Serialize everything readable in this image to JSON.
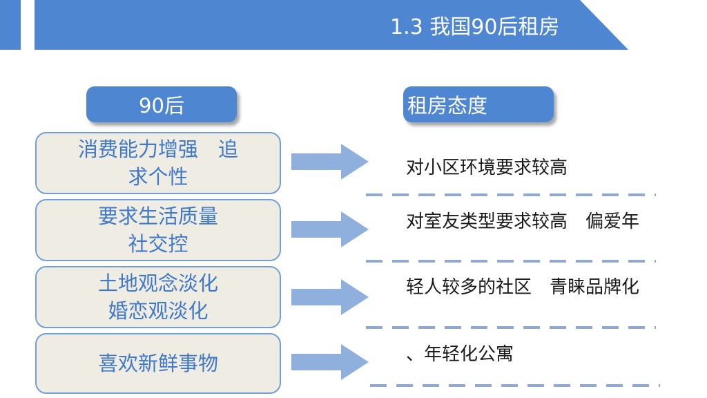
{
  "header": {
    "title": "1.3 我国90后租房",
    "color": "#4f86d2"
  },
  "left_column": {
    "heading": "90后",
    "factors": [
      "消费能力增强　追\n求个性",
      "要求生活质量\n社交控",
      "土地观念淡化\n婚恋观淡化",
      "喜欢新鲜事物"
    ]
  },
  "right_column": {
    "heading": "租房态度",
    "lines": [
      "对小区环境要求较高",
      "对室友类型要求较高　偏爱年",
      "轻人较多的社区　青睐品牌化",
      "、年轻化公寓"
    ]
  },
  "colors": {
    "accent_blue": "#4f86d2",
    "box_fill": "#efece3",
    "box_text": "#3f79c8",
    "arrow": "#8fb0dc",
    "dash": "#8fa9d1"
  }
}
